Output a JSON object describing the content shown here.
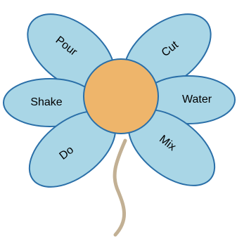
{
  "colors": {
    "petal_fill": "#a9d6e6",
    "petal_stroke": "#2a6fa8",
    "center_fill": "#eeb56b",
    "center_stroke": "#2a6fa8",
    "stem": "#c2b094"
  },
  "petals": [
    {
      "label": "Pour"
    },
    {
      "label": "Cut"
    },
    {
      "label": "Shake"
    },
    {
      "label": "Water"
    },
    {
      "label": "Do"
    },
    {
      "label": "Mix"
    }
  ]
}
